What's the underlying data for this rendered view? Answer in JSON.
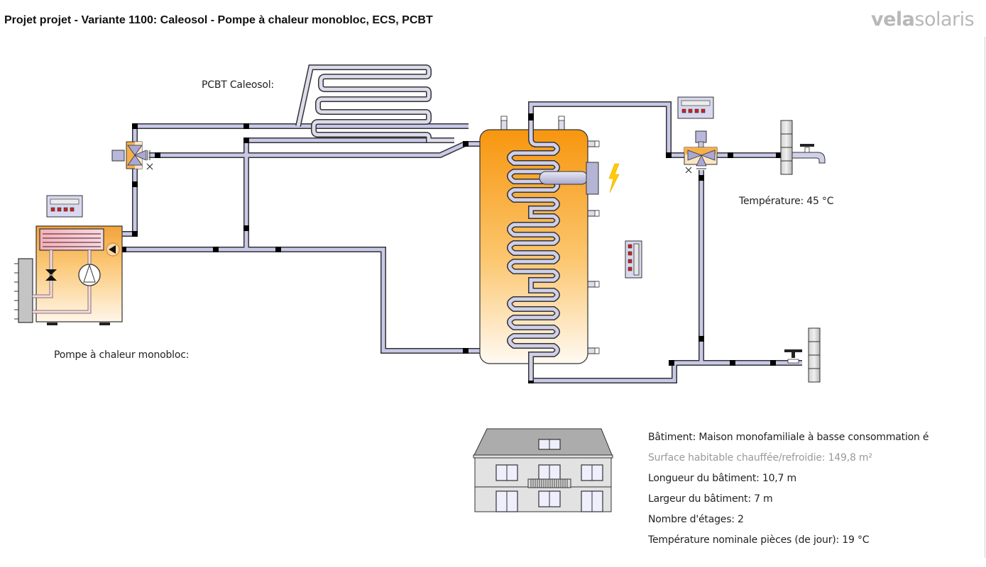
{
  "header": {
    "title": "Projet projet - Variante 1100: Caleosol - Pompe à chaleur monobloc, ECS, PCBT",
    "logo_bold": "vela",
    "logo_light": "solaris"
  },
  "diagram": {
    "heat_pump_label": "Pompe à chaleur monobloc:",
    "floor_heating_label": "PCBT Caleosol:",
    "dhw_temperature_label": "Température: 45 °C",
    "components": [
      "heat-pump",
      "controller",
      "three-way-valve",
      "floor-heating-loop",
      "storage-tank",
      "electric-heater",
      "mixing-valve",
      "hot-water-tap",
      "cold-water-inlet",
      "tank-sensor-panel"
    ],
    "colors": {
      "pipe_fill": "#c8c8e8",
      "tank_top": "#f7960f",
      "tank_bottom": "#fffaf2",
      "lightning": "#ffcc00"
    }
  },
  "building": {
    "lines": [
      {
        "text": "Bâtiment: Maison monofamiliale à basse consommation é",
        "muted": false
      },
      {
        "text": "Surface habitable chauffée/refroidie: 149,8 m²",
        "muted": true
      },
      {
        "text": "Longueur du bâtiment: 10,7 m",
        "muted": false
      },
      {
        "text": "Largeur du bâtiment: 7 m",
        "muted": false
      },
      {
        "text": "Nombre d'étages: 2",
        "muted": false
      },
      {
        "text": "Température nominale pièces (de jour): 19 °C",
        "muted": false
      }
    ]
  }
}
